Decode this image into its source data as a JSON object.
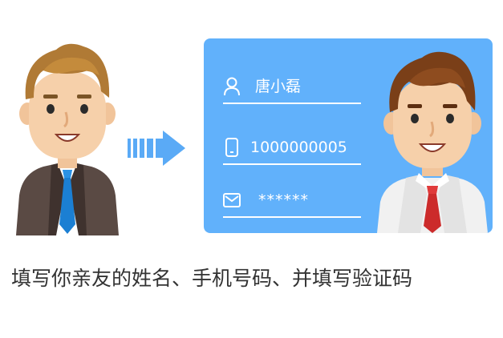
{
  "card": {
    "name_value": "唐小磊",
    "phone_value": "1000000005",
    "code_value": "******"
  },
  "instruction": {
    "text": "填写你亲友的姓名、手机号码、并填写验证码"
  },
  "icons": {
    "name": "user-icon",
    "phone": "phone-icon",
    "code": "envelope-icon",
    "arrow": "arrow-right-icon"
  },
  "colors": {
    "card_background": "#61b1fb",
    "arrow": "#5aaaf6",
    "divider": "#ffffff",
    "caption_text": "#333333"
  }
}
